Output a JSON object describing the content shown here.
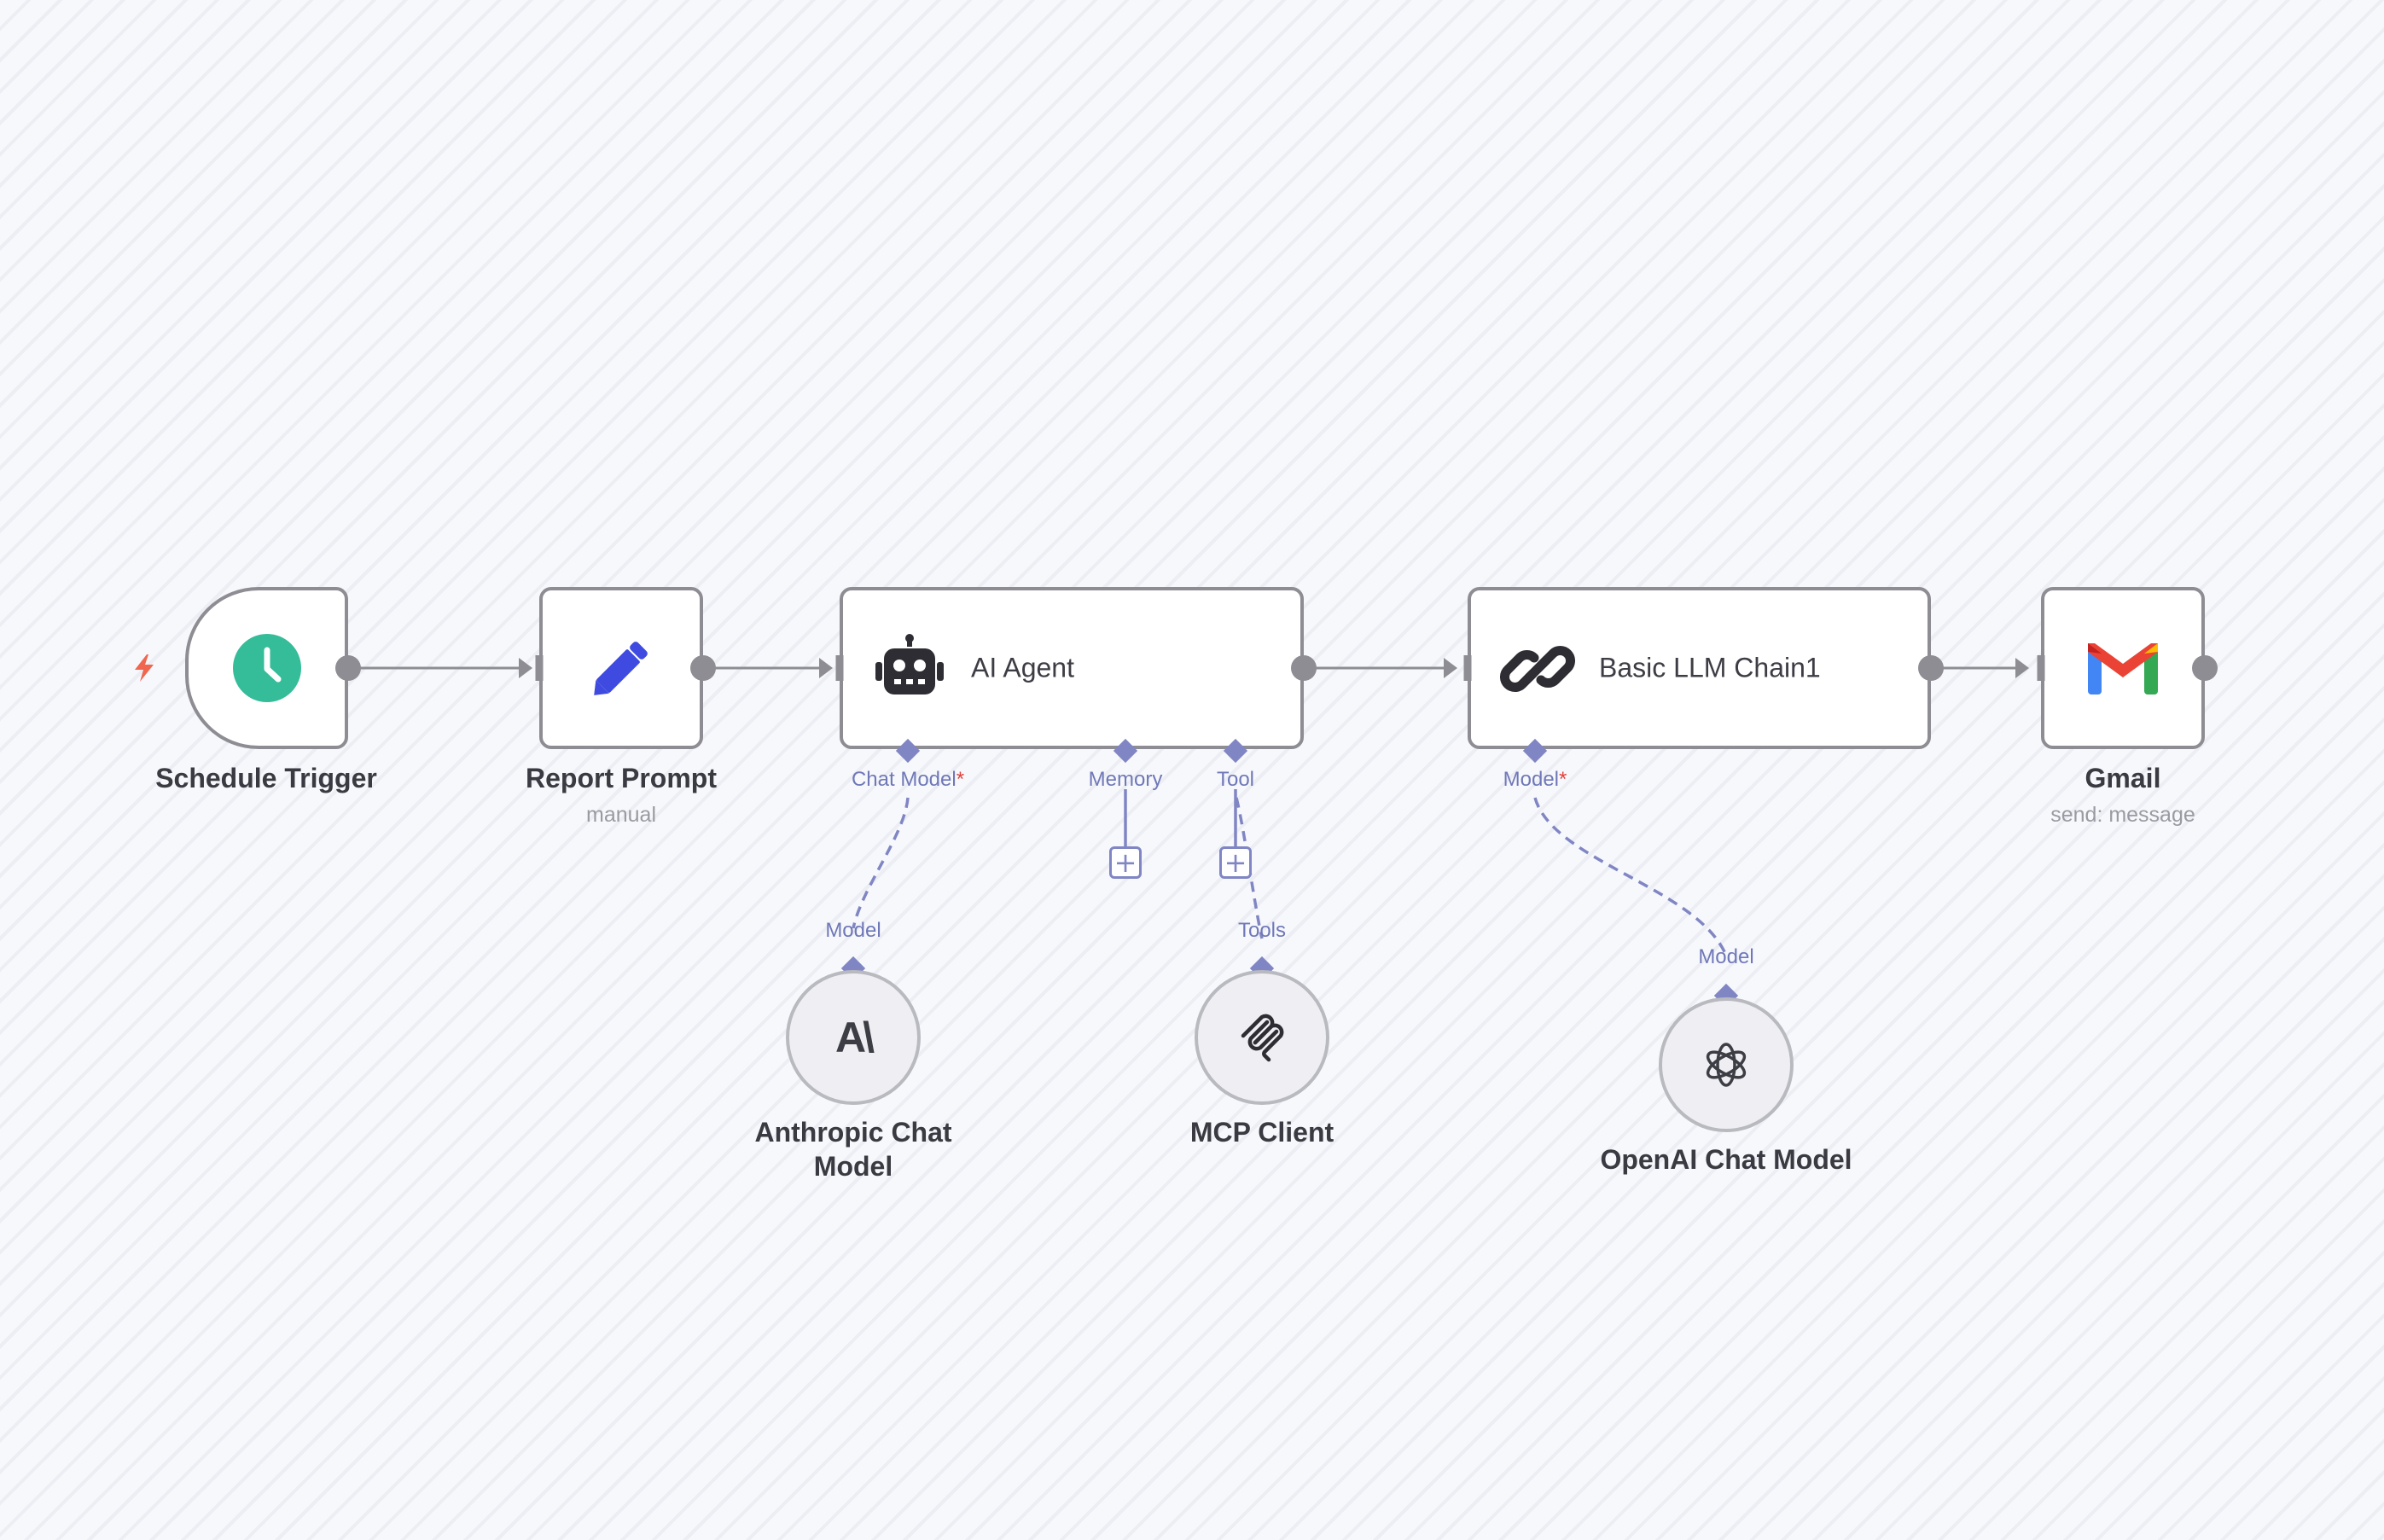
{
  "nodes": {
    "schedule_trigger": {
      "title": "Schedule Trigger",
      "icon": "clock-icon"
    },
    "report_prompt": {
      "title": "Report Prompt",
      "subtitle": "manual",
      "icon": "pencil-icon"
    },
    "ai_agent": {
      "title": "AI Agent",
      "icon": "robot-icon",
      "ports": {
        "chat_model": "Chat Model",
        "memory": "Memory",
        "tool": "Tool"
      }
    },
    "basic_llm_chain": {
      "title": "Basic LLM Chain1",
      "icon": "link-icon",
      "ports": {
        "model": "Model"
      }
    },
    "gmail": {
      "title": "Gmail",
      "subtitle": "send: message",
      "icon": "gmail-icon"
    },
    "anthropic_chat_model": {
      "title_line1": "Anthropic Chat",
      "title_line2": "Model",
      "port": "Model",
      "icon": "anthropic-icon",
      "glyph": "A\\"
    },
    "mcp_client": {
      "title": "MCP Client",
      "port": "Tools",
      "icon": "mcp-icon"
    },
    "openai_chat_model": {
      "title": "OpenAI Chat Model",
      "port": "Model",
      "icon": "openai-icon"
    }
  },
  "required_marker": "*",
  "plus_symbol": "+",
  "colors": {
    "node_border": "#8d8d93",
    "connection": "#8d8d93",
    "ai_port": "#8086c4",
    "clock_green": "#35bc99",
    "pencil_blue": "#3f4be0",
    "trigger_bolt": "#f0664f",
    "required": "#e0413d"
  }
}
